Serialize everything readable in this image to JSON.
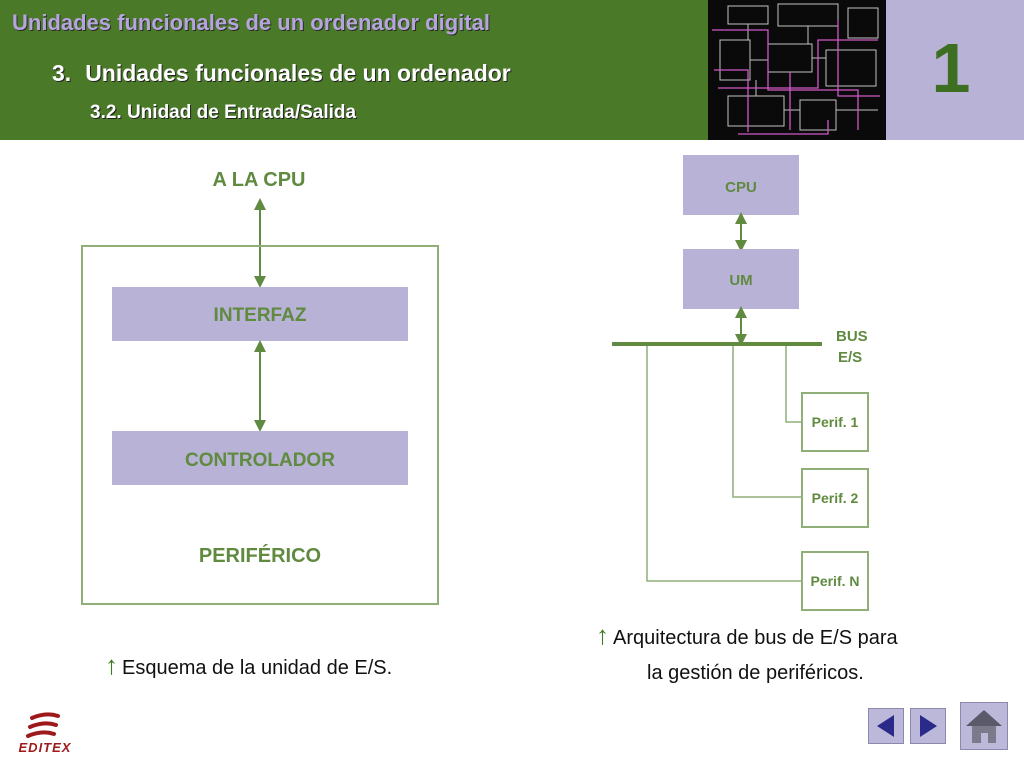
{
  "header": {
    "title": "Unidades funcionales de un ordenador digital",
    "section_number": "3.",
    "section_title": "Unidades funcionales de un ordenador",
    "subsection": "3.2. Unidad de Entrada/Salida",
    "chapter_number": "1"
  },
  "diagram_left": {
    "top_label": "A LA CPU",
    "interface": "INTERFAZ",
    "controller": "CONTROLADOR",
    "peripheral": "PERIFÉRICO"
  },
  "diagram_right": {
    "cpu": "CPU",
    "um": "UM",
    "bus_line1": "BUS",
    "bus_line2": "E/S",
    "peripherals": [
      "Perif. 1",
      "Perif. 2",
      "Perif. N"
    ]
  },
  "captions": {
    "arrow_glyph": "↑",
    "left": "Esquema de la unidad de E/S.",
    "right_line1": "Arquitectura de bus de E/S para",
    "right_line2": "la gestión de periféricos."
  },
  "logo": {
    "text": "EDITEX"
  },
  "colors": {
    "header_green": "#4a7a28",
    "box_lavender": "#b7b2d6",
    "diagram_green": "#5f8a3f"
  }
}
